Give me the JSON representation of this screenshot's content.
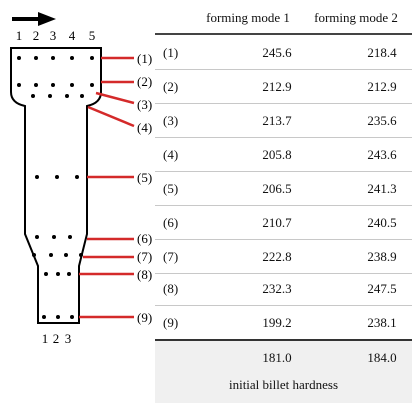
{
  "diagram": {
    "top_positions": [
      "1",
      "2",
      "3",
      "4",
      "5"
    ],
    "bottom_positions": [
      "1",
      "2",
      "3"
    ],
    "zone_labels": [
      "(1)",
      "(2)",
      "(3)",
      "(4)",
      "(5)",
      "(6)",
      "(7)",
      "(8)",
      "(9)"
    ]
  },
  "table": {
    "headers": [
      "forming mode 1",
      "forming mode 2"
    ],
    "rows": [
      {
        "index": "(1)",
        "mode1": "245.6",
        "mode2": "218.4"
      },
      {
        "index": "(2)",
        "mode1": "212.9",
        "mode2": "212.9"
      },
      {
        "index": "(3)",
        "mode1": "213.7",
        "mode2": "235.6"
      },
      {
        "index": "(4)",
        "mode1": "205.8",
        "mode2": "243.6"
      },
      {
        "index": "(5)",
        "mode1": "206.5",
        "mode2": "241.3"
      },
      {
        "index": "(6)",
        "mode1": "210.7",
        "mode2": "240.5"
      },
      {
        "index": "(7)",
        "mode1": "222.8",
        "mode2": "238.9"
      },
      {
        "index": "(8)",
        "mode1": "232.3",
        "mode2": "247.5"
      },
      {
        "index": "(9)",
        "mode1": "199.2",
        "mode2": "238.1"
      }
    ],
    "initial": {
      "mode1": "181.0",
      "mode2": "184.0",
      "caption": "initial billet hardness"
    }
  }
}
